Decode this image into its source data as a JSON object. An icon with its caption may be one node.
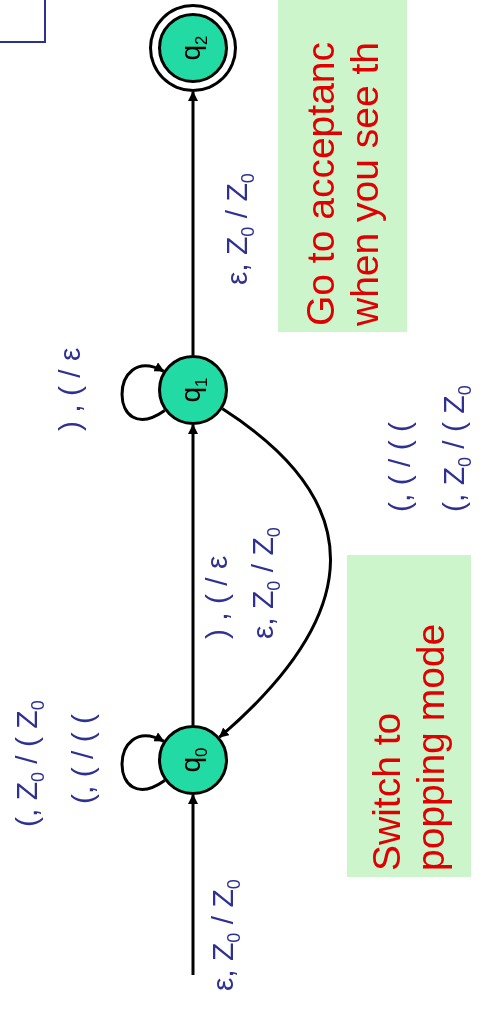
{
  "diagram": {
    "nodes": [
      {
        "text": [
          "q$_{0}$"
        ]
      },
      {
        "text": [
          "q$_{1}$"
        ]
      },
      {
        "text": [
          "q$_{2}$"
        ]
      },
      {
        "text": [
          "Switch to popping mode"
        ]
      },
      {
        "text": [
          "Go to acceptanc when you see th"
        ]
      }
    ],
    "edges": [
      {
        "from": null,
        "to": 0,
        "arrow": "to",
        "label": "ε, Z$_{0}$ / Z$_{0}$"
      },
      {
        "from": 0,
        "to": 0,
        "arrow": "to"
      },
      {
        "from": 0,
        "to": 1,
        "arrow": "to"
      },
      {
        "from": 1,
        "to": 1,
        "arrow": "to",
        "label": ") , ( / ε"
      },
      {
        "from": 1,
        "to": 0,
        "arrow": "to"
      },
      {
        "from": 1,
        "to": 2,
        "arrow": "to",
        "label": "ε, Z$_{0}$ / Z$_{0}$"
      }
    ],
    "labels": [
      "(, Z$_{0}$ / ( Z$_{0}$",
      "(, ( / ( (",
      ") , ( / ε",
      "ε, Z$_{0}$ / Z$_{0}$",
      "(, ( / ( (",
      "(, Z$_{0}$ / ( Z$_{0}$"
    ]
  }
}
